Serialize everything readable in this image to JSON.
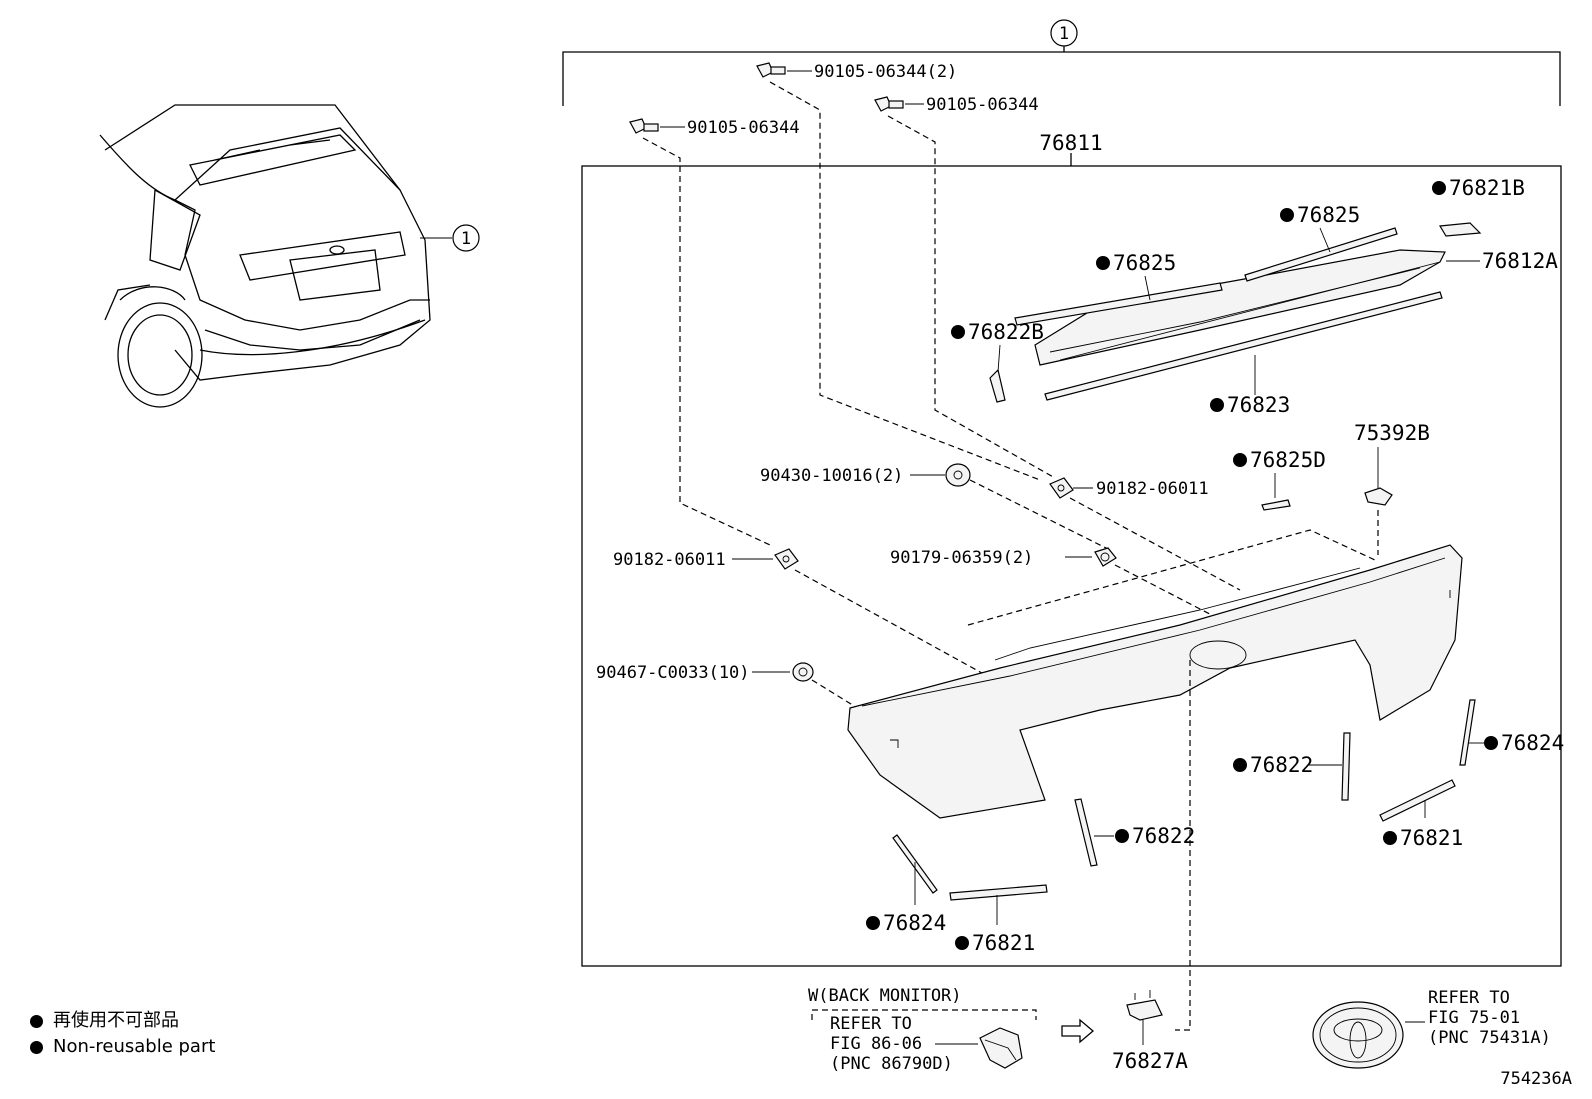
{
  "assembly_marker": "1",
  "callouts": {
    "assembly": "76811",
    "bolt_a": "90105-06344(2)",
    "bolt_b": "90105-06344",
    "bolt_c": "90105-06344",
    "p76821B": "76821B",
    "p76825_a": "76825",
    "p76825_b": "76825",
    "p76812A": "76812A",
    "p76822B": "76822B",
    "p76823": "76823",
    "p75392B": "75392B",
    "p76825D": "76825D",
    "nut_a": "90430-10016(2)",
    "clip_a": "90182-06011",
    "clip_b": "90182-06011",
    "nut_b": "90179-06359(2)",
    "clip_c": "90467-C0033(10)",
    "p76824_a": "76824",
    "p76822_a": "76822",
    "p76822_b": "76822",
    "p76821_a": "76821",
    "p76824_b": "76824",
    "p76821_b": "76821",
    "p76827A": "76827A"
  },
  "back_monitor": {
    "condition": "W(BACK MONITOR)",
    "refer_line1": "REFER TO",
    "refer_line2": "FIG 86-06",
    "refer_line3": "(PNC 86790D)"
  },
  "emblem_ref": {
    "refer_line1": "REFER TO",
    "refer_line2": "FIG 75-01",
    "refer_line3": "(PNC 75431A)"
  },
  "legend": {
    "line1": "再使用不可部品",
    "line2": "Non-reusable part"
  },
  "figure_id": "754236A"
}
